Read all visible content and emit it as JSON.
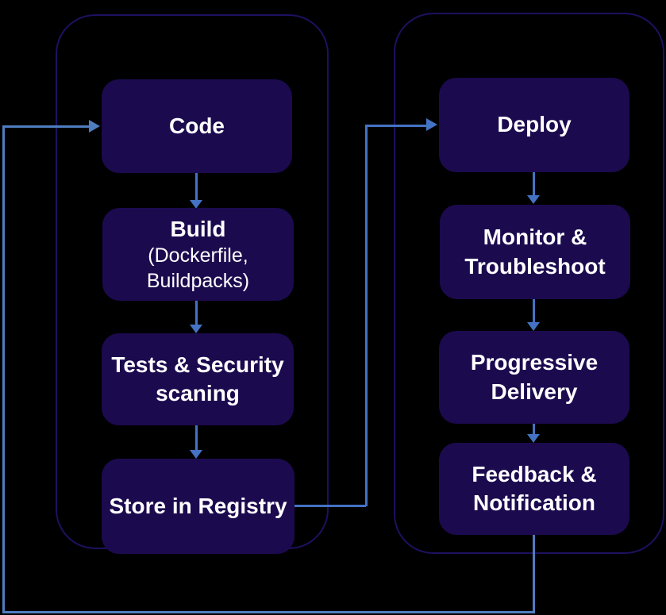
{
  "colors": {
    "background": "#000000",
    "box_fill": "#1c0a4f",
    "box_text": "#ffffff",
    "group_border": "#1d1160",
    "arrow": "#4472c4",
    "loop_line": "#4f7dc0"
  },
  "left_column": {
    "steps": [
      {
        "label": "Code"
      },
      {
        "label": "Build",
        "sublabel": "(Dockerfile,\nBuildpacks)"
      },
      {
        "label": "Tests & Security\nscaning"
      },
      {
        "label": "Store in Registry"
      }
    ]
  },
  "right_column": {
    "steps": [
      {
        "label": "Deploy"
      },
      {
        "label": "Monitor &\nTroubleshoot"
      },
      {
        "label": "Progressive\nDelivery"
      },
      {
        "label": "Feedback &\nNotification"
      }
    ]
  }
}
